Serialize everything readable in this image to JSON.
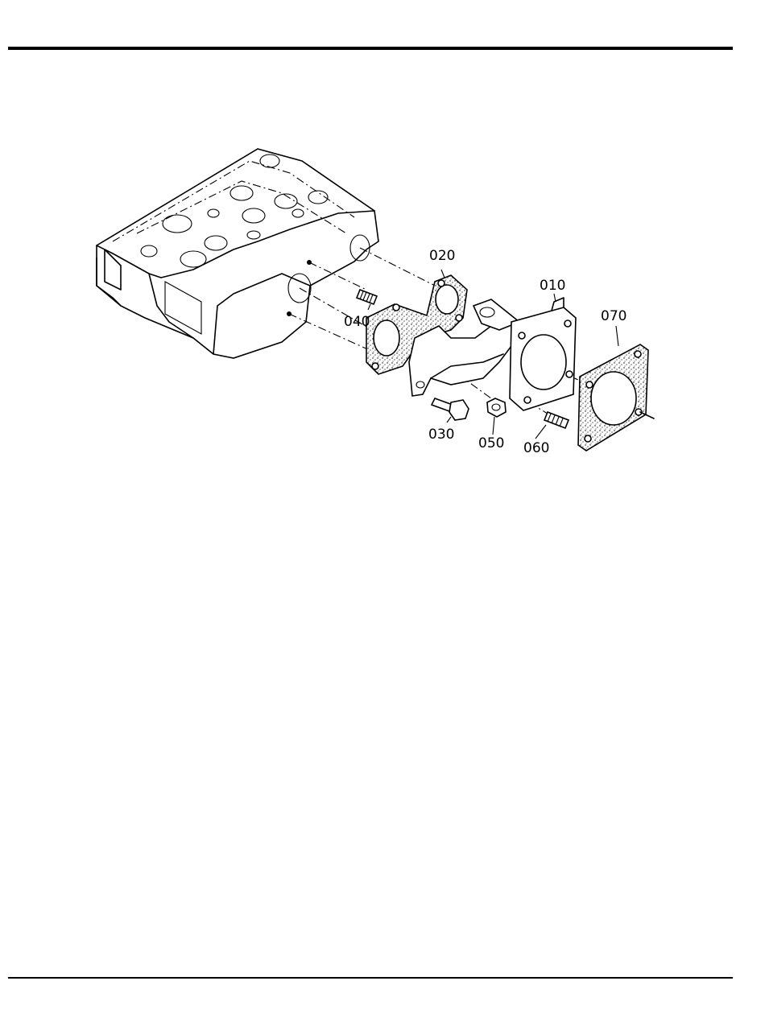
{
  "parts": {
    "p010": "010",
    "p020": "020",
    "p030": "030",
    "p040": "040",
    "p050": "050",
    "p060": "060",
    "p070": "070"
  }
}
